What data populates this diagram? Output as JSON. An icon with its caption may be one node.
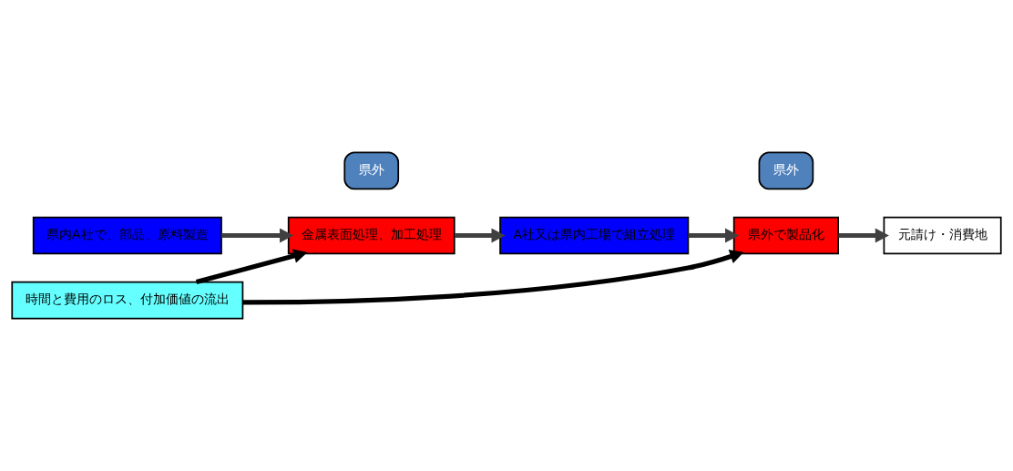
{
  "diagram": {
    "nodes": [
      {
        "text": [
          "県内A社で、部品、原料製造"
        ]
      },
      {
        "text": [
          "県外"
        ]
      },
      {
        "text": [
          "金属表面処理、加工処理"
        ]
      },
      {
        "text": [
          "A社又は県内工場で組立処理"
        ]
      },
      {
        "text": [
          "県外"
        ]
      },
      {
        "text": [
          "県外で製品化"
        ]
      },
      {
        "text": [
          "元請け・消費地"
        ]
      },
      {
        "text": [
          "時間と費用のロス、付加価値の流出"
        ]
      }
    ],
    "edges": [
      {
        "from": 0,
        "to": 2,
        "arrow": "to"
      },
      {
        "from": 2,
        "to": 3,
        "arrow": "to"
      },
      {
        "from": 3,
        "to": 5,
        "arrow": "to"
      },
      {
        "from": 5,
        "to": 6,
        "arrow": "to"
      },
      {
        "from": 7,
        "to": 2,
        "arrow": "to",
        "color": "#000000"
      },
      {
        "from": 7,
        "to": 5,
        "arrow": "to",
        "color": "#000000"
      }
    ]
  }
}
